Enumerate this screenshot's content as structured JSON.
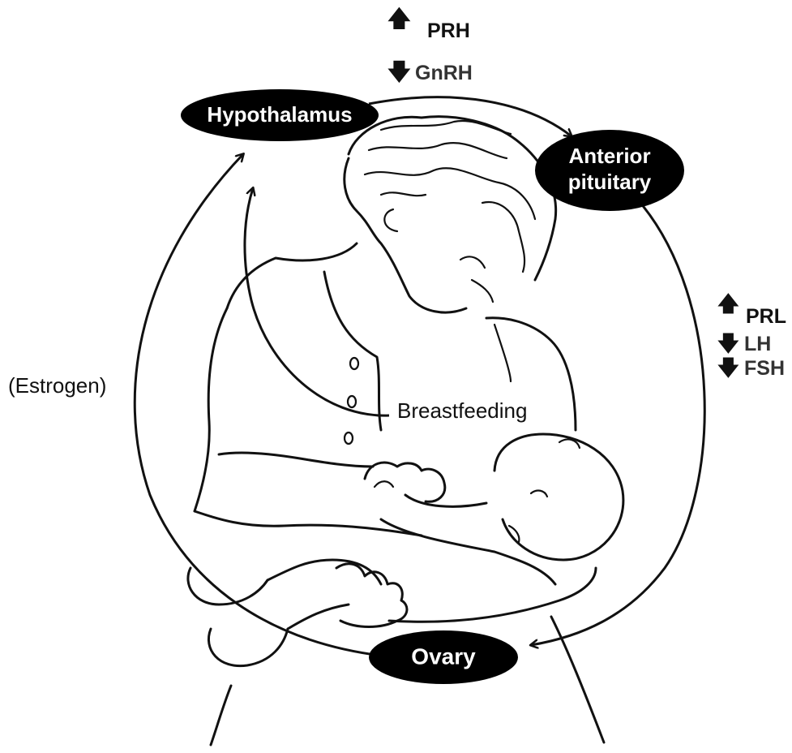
{
  "nodes": {
    "hypothalamus": "Hypothalamus",
    "anterior_pituitary_line1": "Anterior",
    "anterior_pituitary_line2": "pituitary",
    "ovary": "Ovary"
  },
  "hypothalamus_hormones": [
    {
      "direction": "up",
      "glyph": "🡅",
      "label": "PRH"
    },
    {
      "direction": "down",
      "glyph": "🡇",
      "label": "GnRH"
    }
  ],
  "pituitary_hormones": [
    {
      "direction": "up",
      "glyph": "🡅",
      "label": "PRL"
    },
    {
      "direction": "down",
      "glyph": "🡇",
      "label": "LH"
    },
    {
      "direction": "down",
      "glyph": "🡇",
      "label": "FSH"
    }
  ],
  "labels": {
    "estrogen": "(Estrogen)",
    "breastfeeding": "Breastfeeding"
  },
  "colors": {
    "node_fill": "#000000",
    "node_text": "#ffffff",
    "line": "#111111"
  }
}
